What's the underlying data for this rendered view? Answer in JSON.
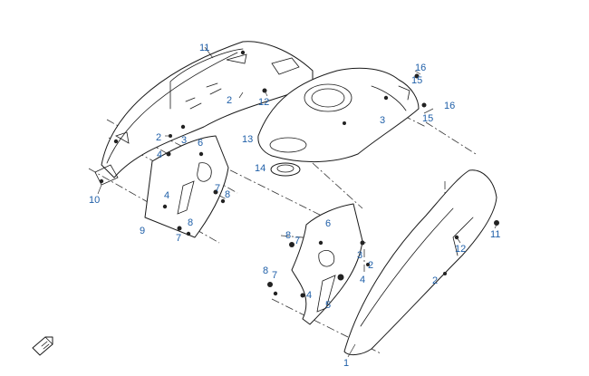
{
  "diagram": {
    "part_labels": [
      {
        "id": "l11a",
        "text": "11"
      },
      {
        "id": "l2a",
        "text": "2"
      },
      {
        "id": "l12a",
        "text": "12"
      },
      {
        "id": "l16a",
        "text": "16"
      },
      {
        "id": "l15a",
        "text": "15"
      },
      {
        "id": "l16b",
        "text": "16"
      },
      {
        "id": "l15b",
        "text": "15"
      },
      {
        "id": "l3a",
        "text": "3"
      },
      {
        "id": "l13",
        "text": "13"
      },
      {
        "id": "l2b",
        "text": "2"
      },
      {
        "id": "l3b",
        "text": "3"
      },
      {
        "id": "l4a",
        "text": "4"
      },
      {
        "id": "l6a",
        "text": "6"
      },
      {
        "id": "l14",
        "text": "14"
      },
      {
        "id": "l10",
        "text": "10"
      },
      {
        "id": "l7a",
        "text": "7"
      },
      {
        "id": "l8a",
        "text": "8"
      },
      {
        "id": "l4b",
        "text": "4"
      },
      {
        "id": "l8b",
        "text": "8"
      },
      {
        "id": "l9",
        "text": "9"
      },
      {
        "id": "l7b",
        "text": "7"
      },
      {
        "id": "l6b",
        "text": "6"
      },
      {
        "id": "l8c",
        "text": "8"
      },
      {
        "id": "l7c",
        "text": "7"
      },
      {
        "id": "l11b",
        "text": "11"
      },
      {
        "id": "l12b",
        "text": "12"
      },
      {
        "id": "l3c",
        "text": "3"
      },
      {
        "id": "l2c",
        "text": "2"
      },
      {
        "id": "l4c",
        "text": "4"
      },
      {
        "id": "l8d",
        "text": "8"
      },
      {
        "id": "l7d",
        "text": "7"
      },
      {
        "id": "l4d",
        "text": "4"
      },
      {
        "id": "l5",
        "text": "5"
      },
      {
        "id": "l2d",
        "text": "2"
      },
      {
        "id": "l1",
        "text": "1"
      }
    ],
    "colors": {
      "label": "#1f5fa8",
      "line": "#1a1a1a"
    },
    "icon": "front-direction-arrow-icon"
  }
}
